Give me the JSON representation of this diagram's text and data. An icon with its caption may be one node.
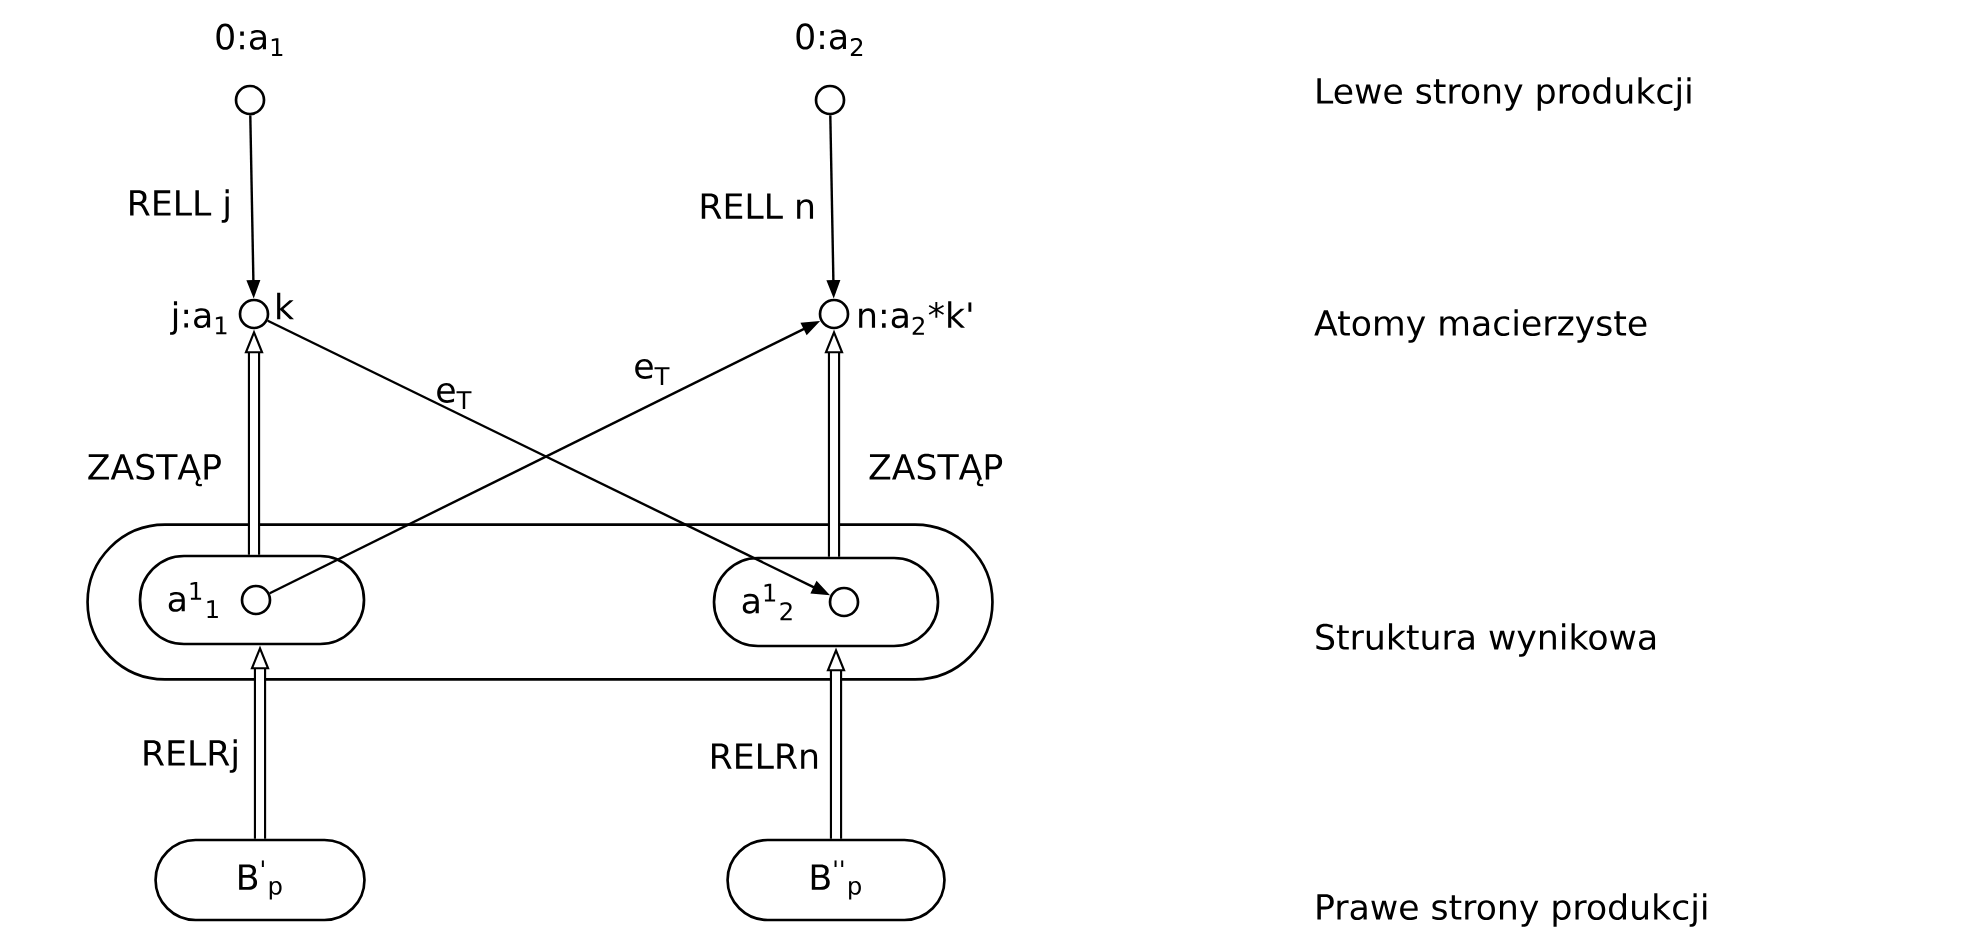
{
  "diagram": {
    "nodes": [
      {
        "text": [],
        "shape": "circle",
        "beside": [
          "0:a$_{1}$"
        ]
      },
      {
        "text": [],
        "shape": "circle",
        "beside": [
          "0:a$_{2}$"
        ]
      },
      {
        "text": [],
        "shape": "circle",
        "beside": [
          "j:a$_{1}$",
          "k"
        ]
      },
      {
        "text": [],
        "shape": "circle",
        "beside": [
          "n:a$_{2}$*k'"
        ]
      },
      {
        "text": [],
        "shape": "box"
      },
      {
        "text": [
          "a$^{1}$$_{1}$"
        ],
        "in": 4
      },
      {
        "text": [],
        "shape": "circle",
        "in": 5
      },
      {
        "text": [
          "a$^{1}$$_{2}$"
        ],
        "in": 4
      },
      {
        "text": [],
        "shape": "circle",
        "in": 7
      },
      {
        "text": [
          "B$^{'}$$_{p}$"
        ]
      },
      {
        "text": [
          "B$^{''}$$_{p}$"
        ]
      }
    ],
    "edges": [
      {
        "from": 0,
        "to": 2,
        "arrow": "to",
        "label": "RELL j"
      },
      {
        "from": 1,
        "to": 3,
        "arrow": "to",
        "label": "RELL n"
      },
      {
        "from": 2,
        "to": 8,
        "arrow": "to",
        "label": "e$_{T}$"
      },
      {
        "from": 6,
        "to": 3,
        "arrow": "to",
        "label": "e$_{T}$"
      },
      {
        "from": 5,
        "to": 2,
        "arrow": "to",
        "label": "ZASTĄP",
        "style": "thick"
      },
      {
        "from": 7,
        "to": 3,
        "arrow": "to",
        "label": "ZASTĄP",
        "style": "thick"
      },
      {
        "from": 9,
        "to": 5,
        "arrow": "to",
        "label": "RELRj",
        "style": "thick"
      },
      {
        "from": 10,
        "to": 7,
        "arrow": "to",
        "label": "RELRn",
        "style": "thick"
      }
    ],
    "labels": [
      "Lewe strony produkcji",
      "Atomy macierzyste",
      "Struktura wynikowa",
      "Prawe strony produkcji"
    ]
  }
}
